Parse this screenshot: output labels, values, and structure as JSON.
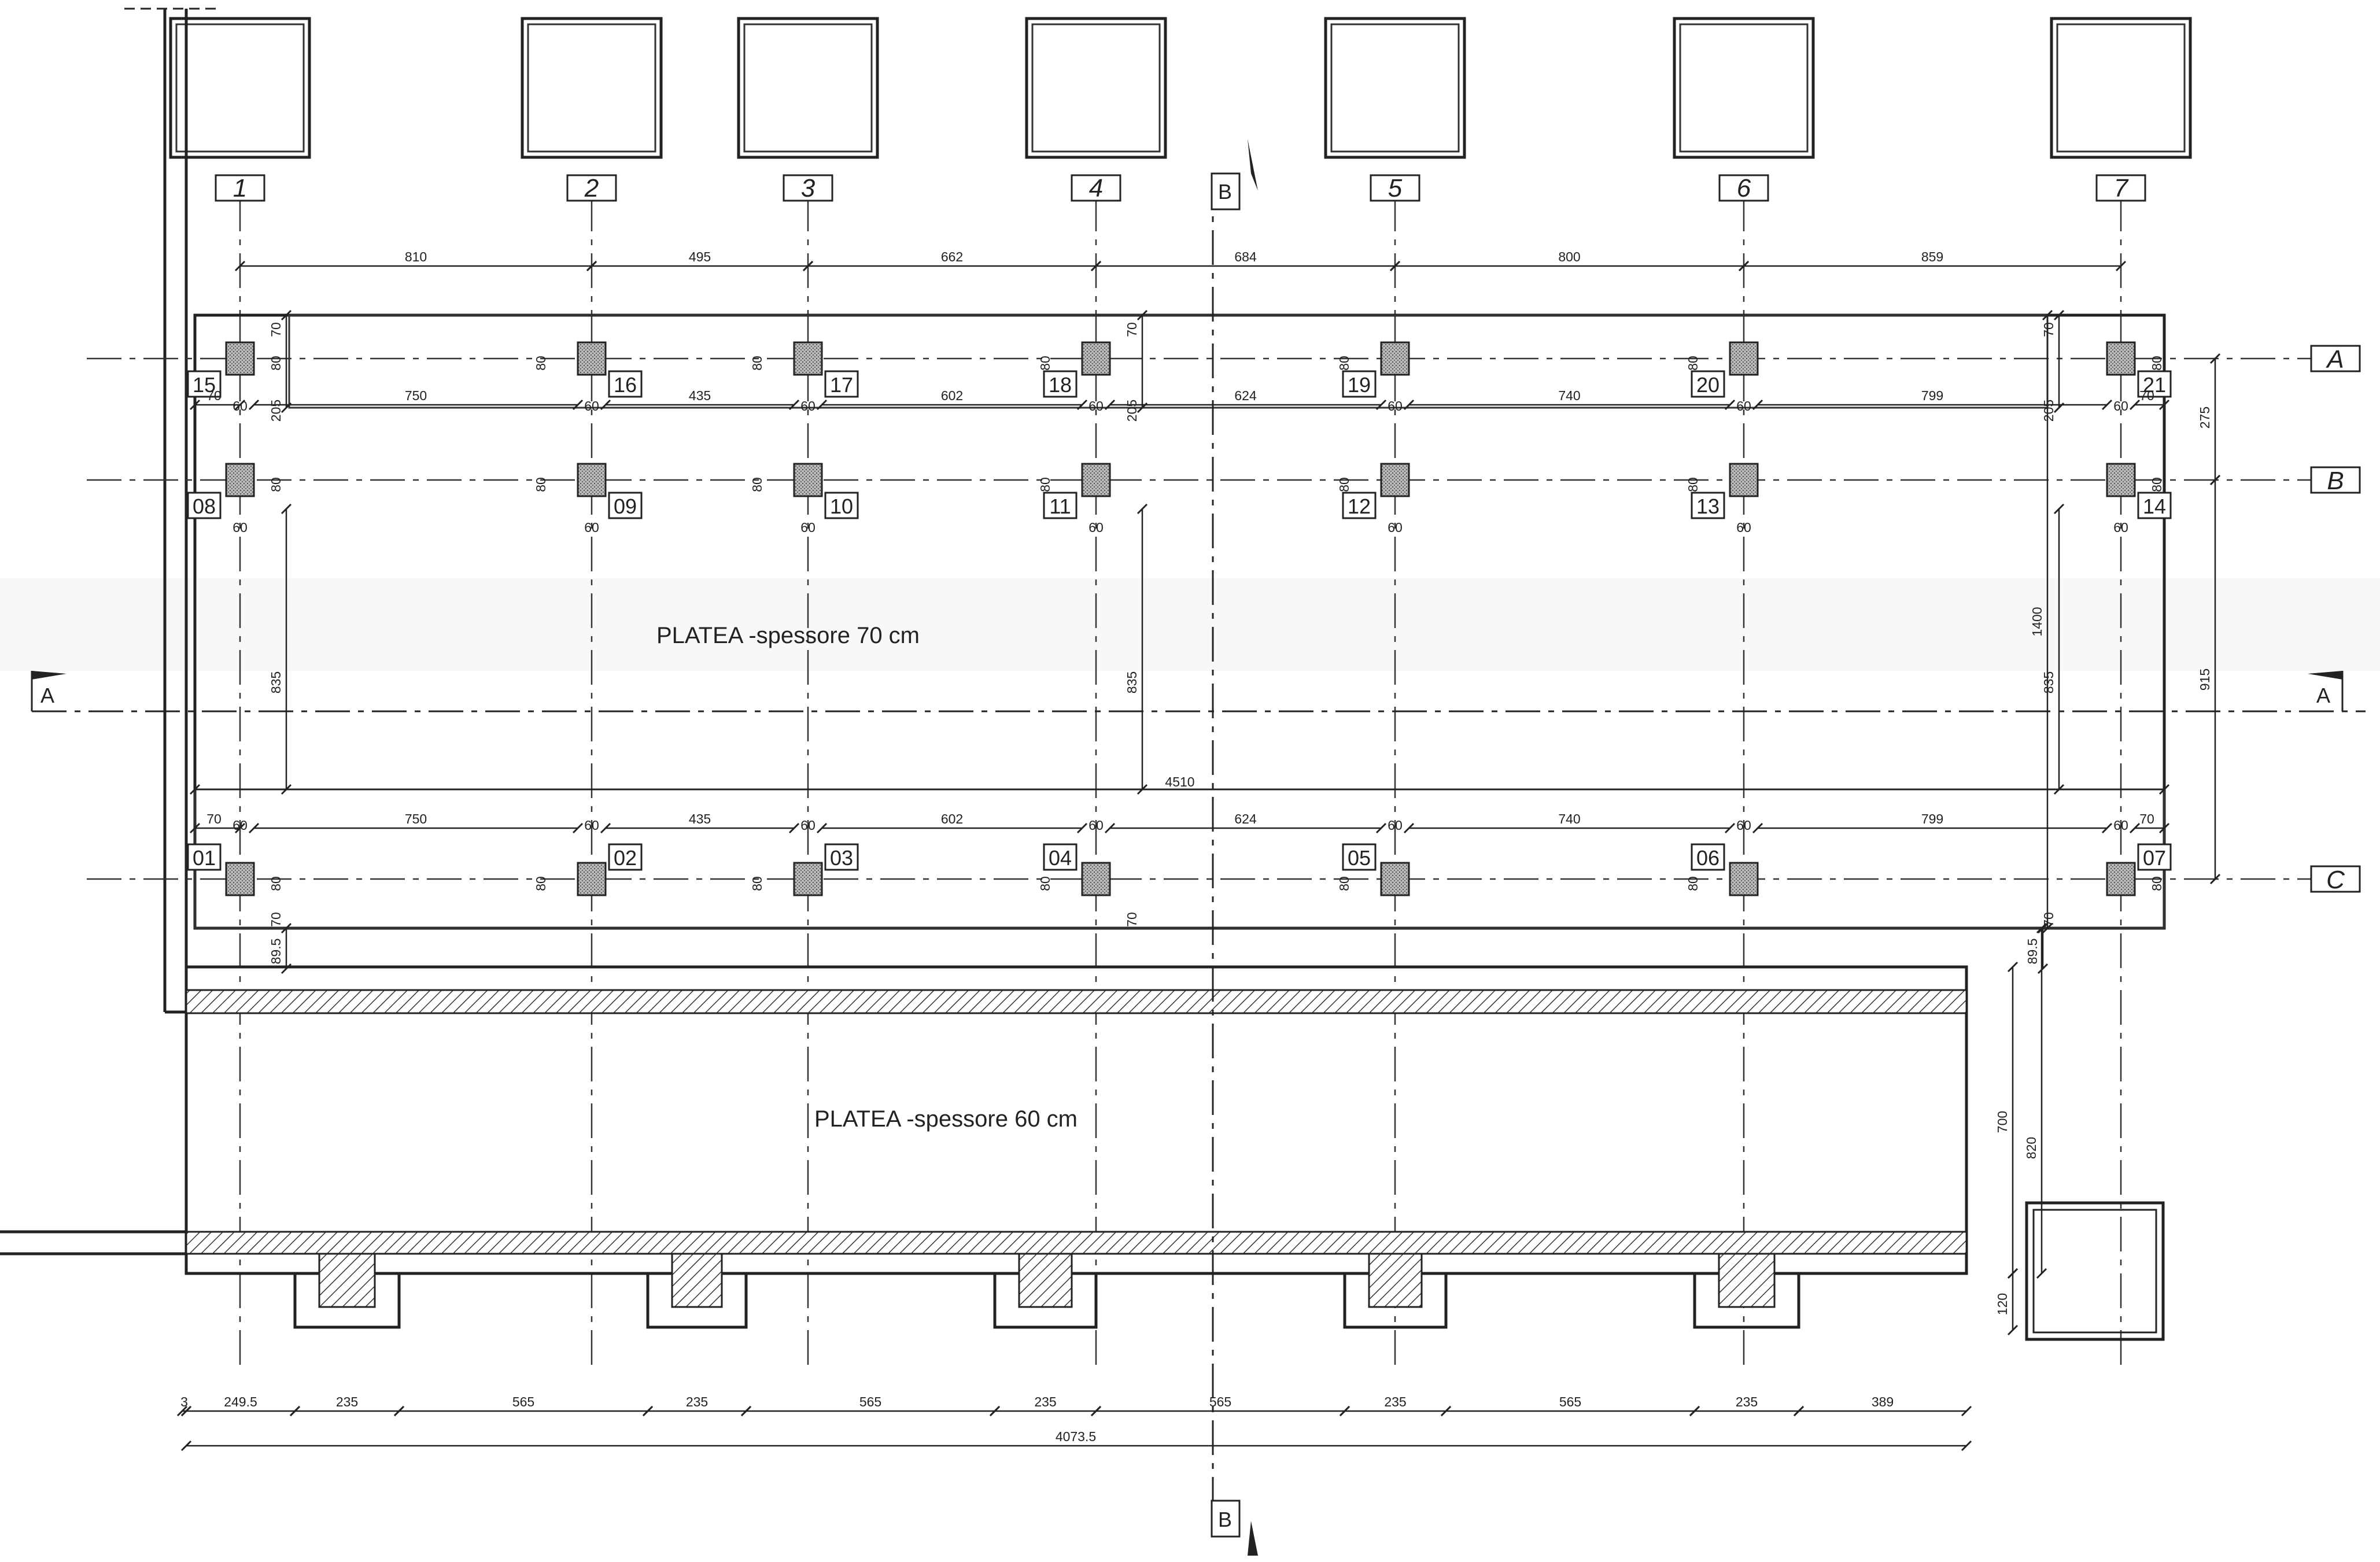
{
  "grid_axes": {
    "numbers": [
      "1",
      "2",
      "3",
      "4",
      "5",
      "6",
      "7"
    ],
    "letters": [
      "A",
      "B",
      "C"
    ]
  },
  "section_markers": {
    "vertical": "B",
    "horizontal": "A"
  },
  "slabs": {
    "upper_label": "PLATEA -spessore 70 cm",
    "lower_label": "PLATEA -spessore 60 cm"
  },
  "columns": {
    "row_A": [
      "15",
      "16",
      "17",
      "18",
      "19",
      "20",
      "21"
    ],
    "row_B": [
      "08",
      "09",
      "10",
      "11",
      "12",
      "13",
      "14"
    ],
    "row_C": [
      "01",
      "02",
      "03",
      "04",
      "05",
      "06",
      "07"
    ]
  },
  "dimensions": {
    "top_spans": [
      "810",
      "495",
      "662",
      "684",
      "800",
      "859"
    ],
    "slab_spans": [
      "750",
      "435",
      "602",
      "624",
      "740",
      "799"
    ],
    "edge": "70",
    "col_width": "60",
    "col_depth": "80",
    "overall_length": "4510",
    "right_spacing_AB": "275",
    "right_spacing_BC": "915",
    "slab_depth_1400": "1400",
    "bays_835": "835",
    "bays_205": "205",
    "lower_offset": "89.5",
    "lower_700": "700",
    "lower_820": "820",
    "lower_120": "120",
    "bottom_chain": [
      "3",
      "249.5",
      "235",
      "565",
      "235",
      "565",
      "235",
      "565",
      "235",
      "565",
      "235",
      "389"
    ],
    "bottom_total": "4073.5"
  }
}
